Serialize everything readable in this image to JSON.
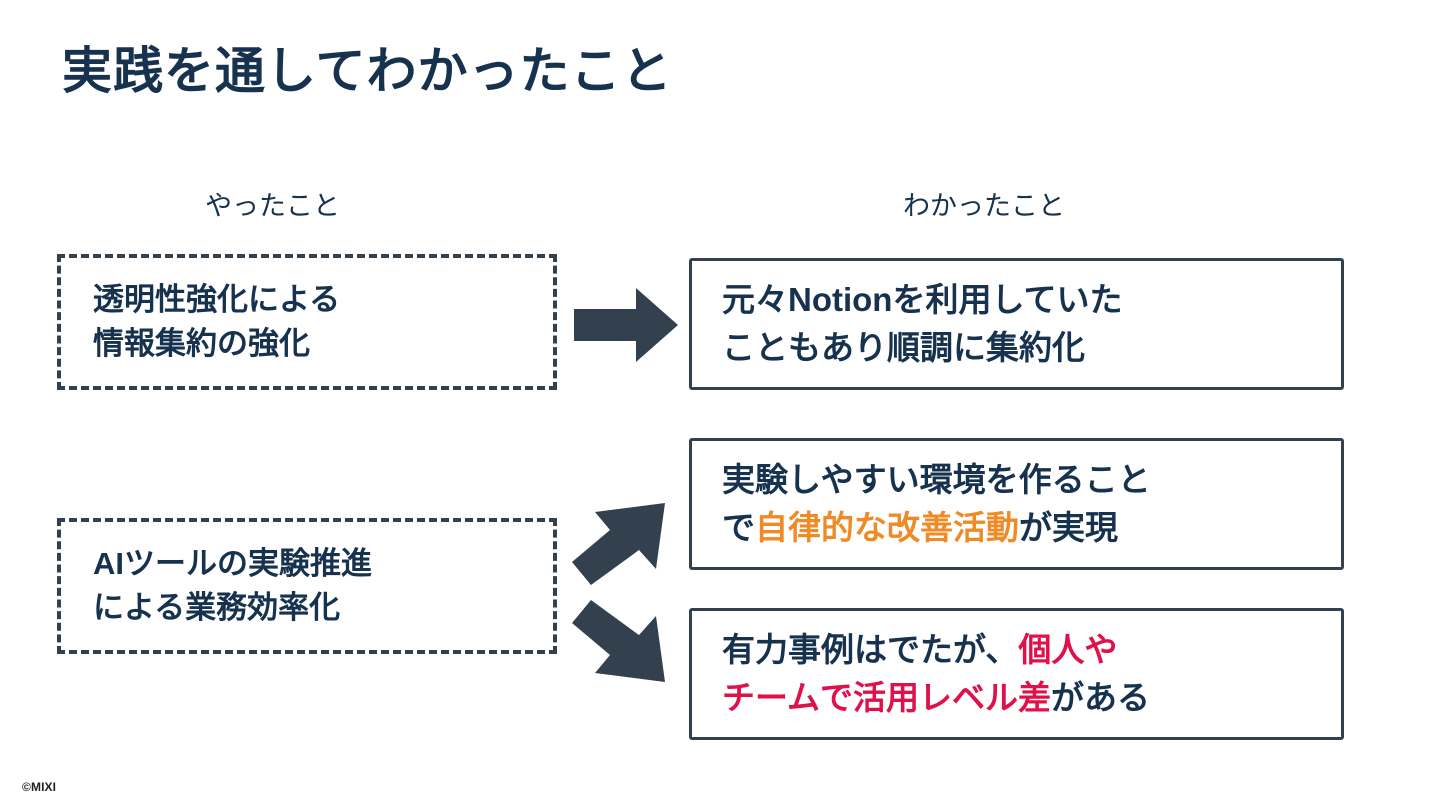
{
  "slide": {
    "title": "実践を通してわかったこと",
    "copyright": "©MIXI",
    "colors": {
      "navy_text": "#16324f",
      "arrow_fill": "#33414f",
      "dashed_border": "#33414f",
      "solid_border": "#33414f",
      "highlight_orange": "#ef8b27",
      "highlight_crimson": "#e0104a",
      "background": "#ffffff"
    }
  },
  "columns": {
    "left_header": "やったこと",
    "right_header": "わかったこと"
  },
  "actions": [
    {
      "line1": "透明性強化による",
      "line2": "情報集約の強化"
    },
    {
      "line1": "AIツールの実験推進",
      "line2": "による業務効率化"
    }
  ],
  "findings": [
    {
      "line1_plain": "元々Notionを利用していた",
      "line2_plain": "こともあり順調に集約化",
      "line2_highlight": "",
      "line2_tail": ""
    },
    {
      "line1_plain": "実験しやすい環境を作ること",
      "line2_plain": "で",
      "line2_highlight": "自律的な改善活動",
      "line2_tail": "が実現"
    },
    {
      "line1_plain": "有力事例はでたが、",
      "line1_highlight": "個人や",
      "line2_highlight": "チームで活用レベル差",
      "line2_tail": "がある"
    }
  ],
  "arrows": [
    {
      "name": "arrow-right",
      "direction": "right"
    },
    {
      "name": "arrow-up-right",
      "direction": "up-right"
    },
    {
      "name": "arrow-down-right",
      "direction": "down-right"
    }
  ]
}
